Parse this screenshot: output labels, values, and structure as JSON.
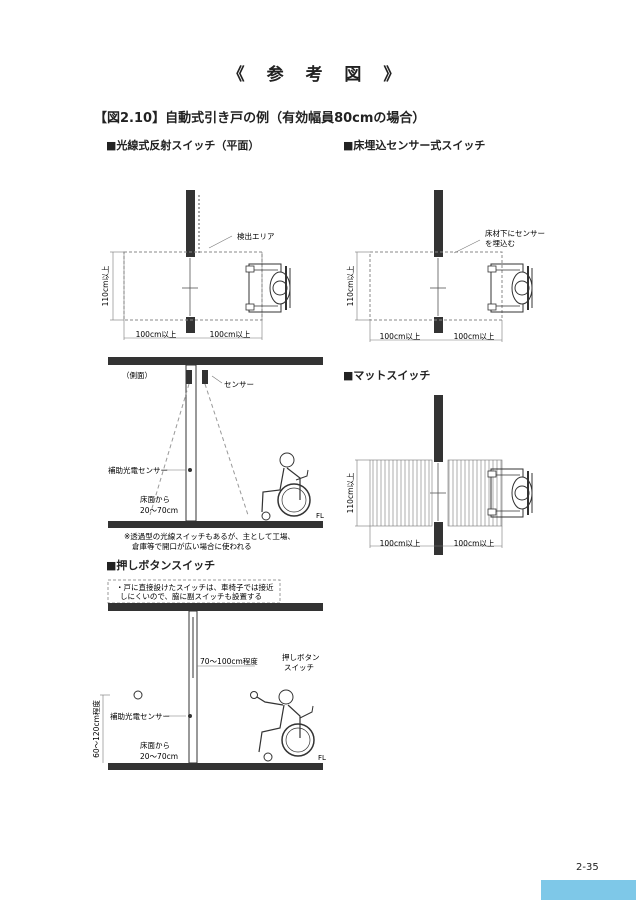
{
  "page_header": "《 参 考 図 》",
  "figure_title": "【図2.10】自動式引き戸の例（有効幅員80cmの場合）",
  "sections": {
    "optical": "■光線式反射スイッチ（平面）",
    "floor": "■床埋込センサー式スイッチ",
    "mat": "■マットスイッチ",
    "push": "■押しボタンスイッチ"
  },
  "labels": {
    "detect_area": "検出エリア",
    "under_floor_1": "床材下にセンサー",
    "under_floor_2": "を埋込む",
    "width_110": "110cm以上",
    "width_100": "100cm以上",
    "side_view": "（側面）",
    "sensor": "センサー",
    "aux_sensor": "補助光電センサー",
    "from_floor_1": "床面から",
    "from_floor_2": "20～70cm",
    "fl": "FL",
    "note_1": "※透過型の光線スイッチもあるが、主として工場、",
    "note_2": "倉庫等で開口が広い場合に使われる",
    "push_note_1": "・戸に直接設けたスイッチは、車椅子では接近",
    "push_note_2": "しにくいので、脇に副スイッチも設置する",
    "range_70_100": "70～100cm程度",
    "push_button_1": "押しボタン",
    "push_button_2": "スイッチ",
    "height_60_120": "60～120cm程度"
  },
  "page_number": "2-35",
  "colors": {
    "accent": "#7ec8e8",
    "wall": "#333333"
  }
}
